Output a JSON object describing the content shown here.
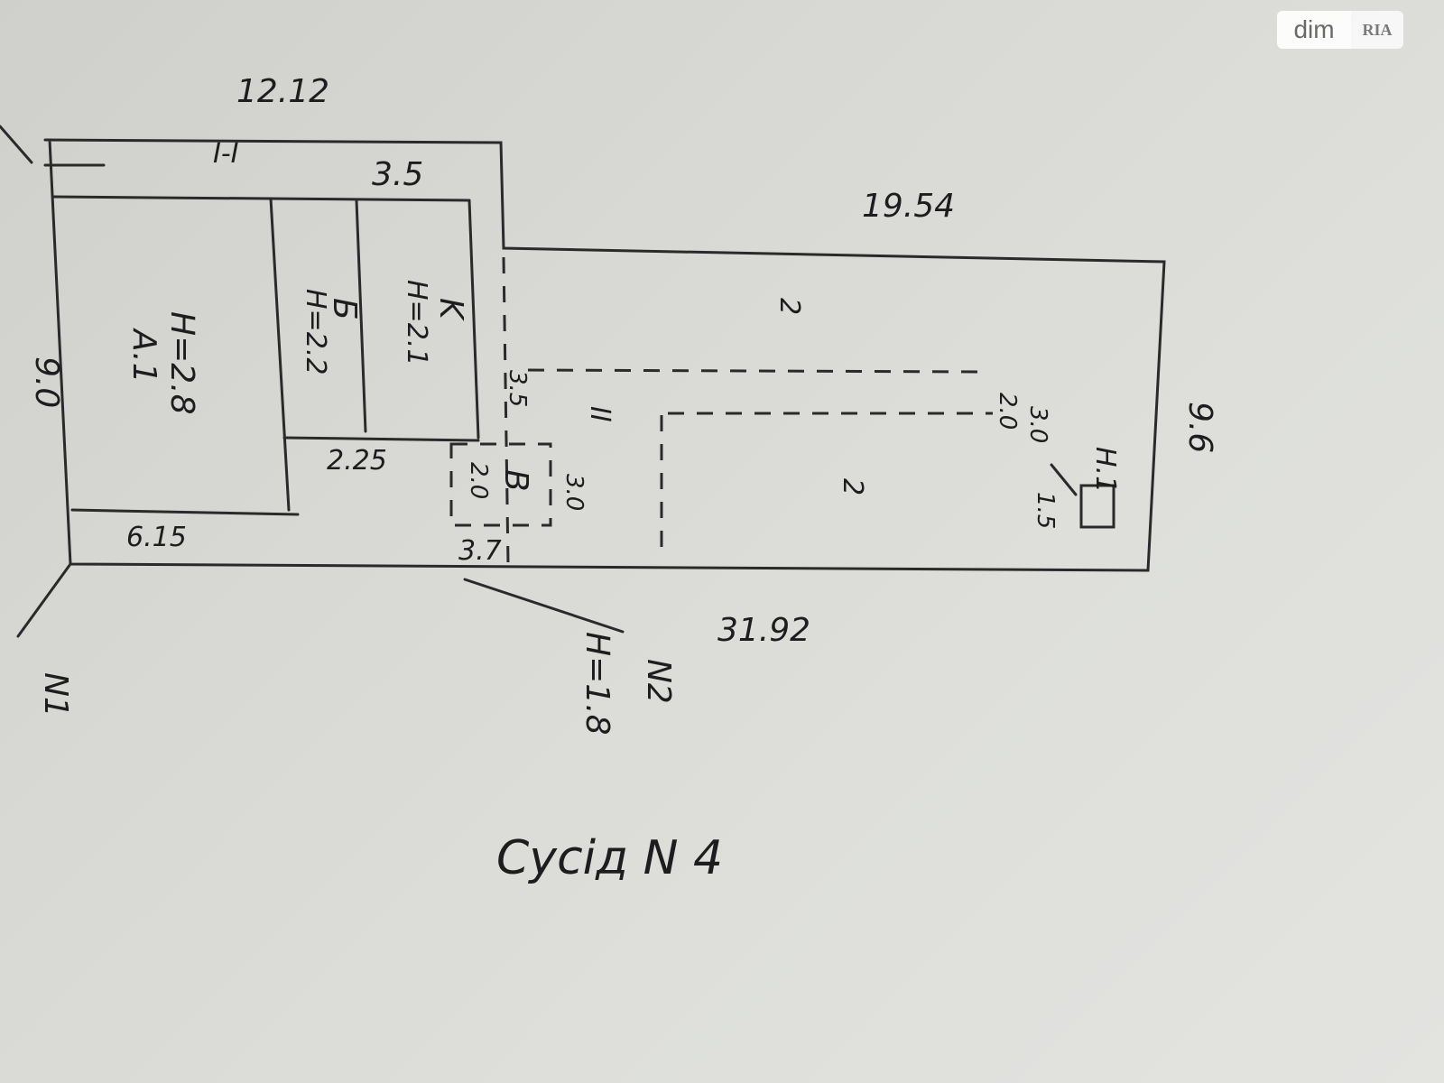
{
  "watermark": {
    "brand": "dim",
    "logo": "RIA"
  },
  "dimensions": {
    "top_left": "12.12",
    "top_inner": "3.5",
    "top_right": "19.54",
    "left_side": "9.0",
    "right_side": "9.6",
    "bottom": "31.92",
    "inner_bottom_left": "6.15",
    "inner_bottom_mid": "2.25",
    "inner_vertical": "3.5",
    "small_width": "3.7",
    "small_height": "2.0",
    "small_right": "3.0",
    "yard_w": "2.0",
    "yard_h": "3.0",
    "shed_w": "1.5"
  },
  "labels": {
    "corridor": "I-I",
    "room_a": "A.1",
    "room_a_height": "H=2.8",
    "room_b": "Б",
    "room_b_height": "H=2.2",
    "room_k": "K",
    "room_k_height": "H=2.1",
    "room_v": "В",
    "yard_2_top": "2",
    "yard_2_bottom": "2",
    "yard_marker": "II",
    "outbuilding": "Н.1",
    "n1": "N1",
    "n2": "N2",
    "n2_height": "H=1.8"
  },
  "caption": "Сусід N 4"
}
